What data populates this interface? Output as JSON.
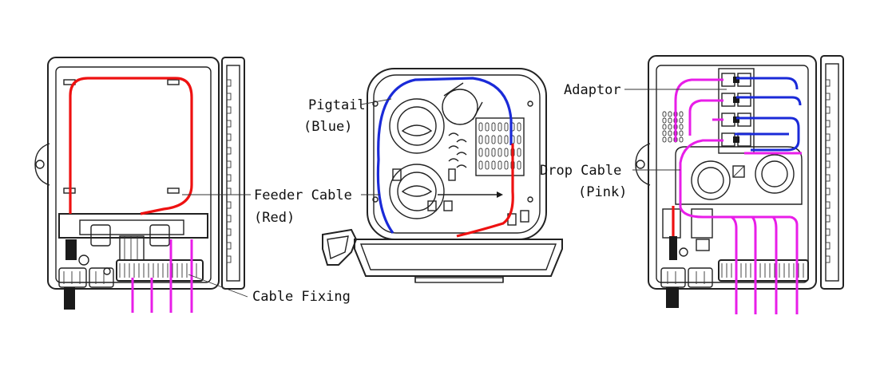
{
  "labels": {
    "pigtail": "Pigtail",
    "pigtail_color": "(Blue)",
    "feeder": "Feeder Cable",
    "feeder_color": "(Red)",
    "fixing": "Cable Fixing",
    "adaptor": "Adaptor",
    "drop": "Drop Cable",
    "drop_color": "(Pink)"
  },
  "colors": {
    "feeder": "#ee1111",
    "pigtail": "#1a2ad8",
    "drop": "#e81ee8",
    "line": "#222222"
  }
}
